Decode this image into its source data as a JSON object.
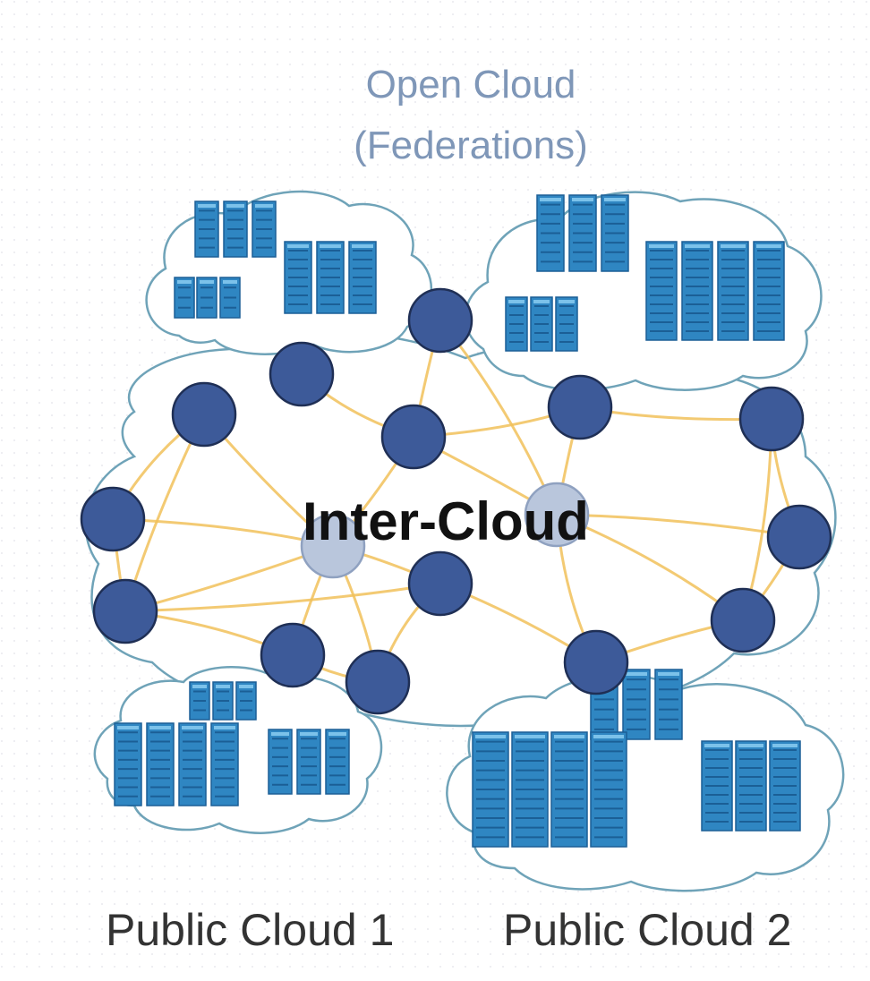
{
  "title": {
    "line1": "Open Cloud",
    "line2": "(Federations)"
  },
  "center_label": "Inter-Cloud",
  "bottom_labels": {
    "public_cloud_1": "Public Cloud 1",
    "public_cloud_2": "Public Cloud 2"
  },
  "colors": {
    "title": "#7f97b8",
    "node": "#3d5a99",
    "node_outline": "#1f2f55",
    "link": "#f1c15a",
    "cloud_outline": "#6fa3b8",
    "server": "#2f86c2",
    "server_dark": "#1b5f96",
    "text": "#333333",
    "center_text": "#111111"
  },
  "icons": [
    "network-node-icon",
    "server-rack-icon",
    "cloud-outline-icon"
  ]
}
